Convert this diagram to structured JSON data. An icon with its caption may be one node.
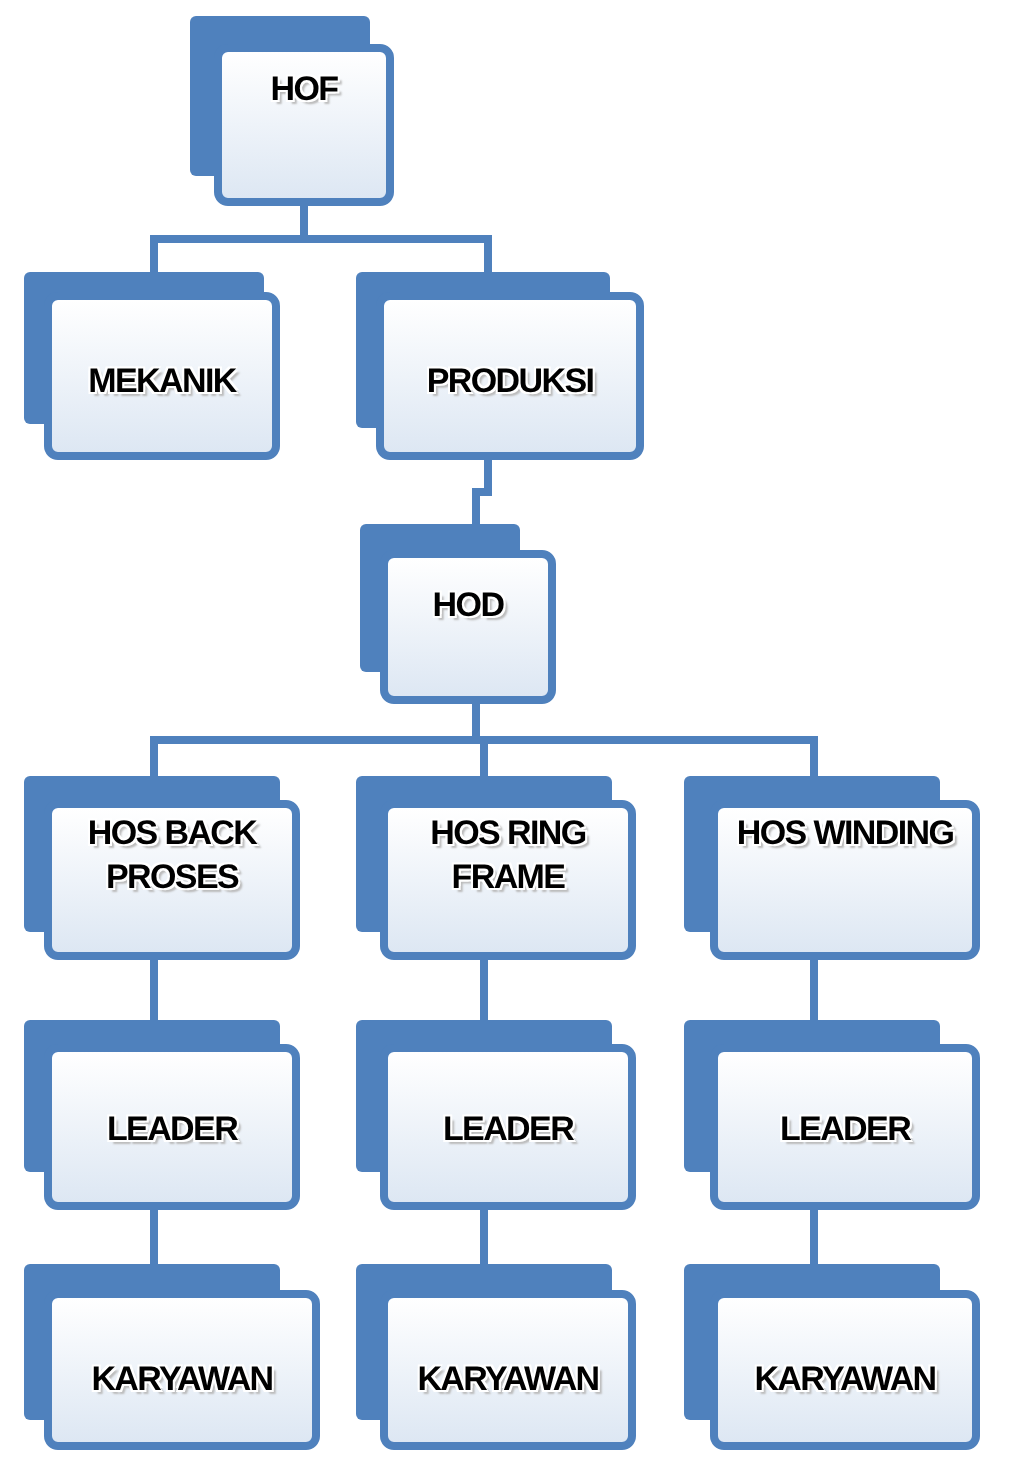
{
  "diagram": {
    "nodes": [
      {
        "text": [
          "HOF"
        ]
      },
      {
        "text": [
          "MEKANIK"
        ]
      },
      {
        "text": [
          "PRODUKSI"
        ]
      },
      {
        "text": [
          "HOD"
        ]
      },
      {
        "text": [
          "HOS BACK PROSES"
        ]
      },
      {
        "text": [
          "HOS RING FRAME"
        ]
      },
      {
        "text": [
          "HOS WINDING"
        ]
      },
      {
        "text": [
          "LEADER"
        ]
      },
      {
        "text": [
          "LEADER"
        ]
      },
      {
        "text": [
          "LEADER"
        ]
      },
      {
        "text": [
          "KARYAWAN"
        ]
      },
      {
        "text": [
          "KARYAWAN"
        ]
      },
      {
        "text": [
          "KARYAWAN"
        ]
      }
    ],
    "edges": [
      {
        "from": 0,
        "to": 1,
        "arrow": "none"
      },
      {
        "from": 0,
        "to": 2,
        "arrow": "none"
      },
      {
        "from": 2,
        "to": 3,
        "arrow": "none"
      },
      {
        "from": 3,
        "to": 4,
        "arrow": "none"
      },
      {
        "from": 3,
        "to": 5,
        "arrow": "none"
      },
      {
        "from": 3,
        "to": 6,
        "arrow": "none"
      },
      {
        "from": 4,
        "to": 7,
        "arrow": "none"
      },
      {
        "from": 5,
        "to": 8,
        "arrow": "none"
      },
      {
        "from": 6,
        "to": 9,
        "arrow": "none"
      },
      {
        "from": 7,
        "to": 10,
        "arrow": "none"
      },
      {
        "from": 8,
        "to": 11,
        "arrow": "none"
      },
      {
        "from": 9,
        "to": 12,
        "arrow": "none"
      }
    ]
  }
}
